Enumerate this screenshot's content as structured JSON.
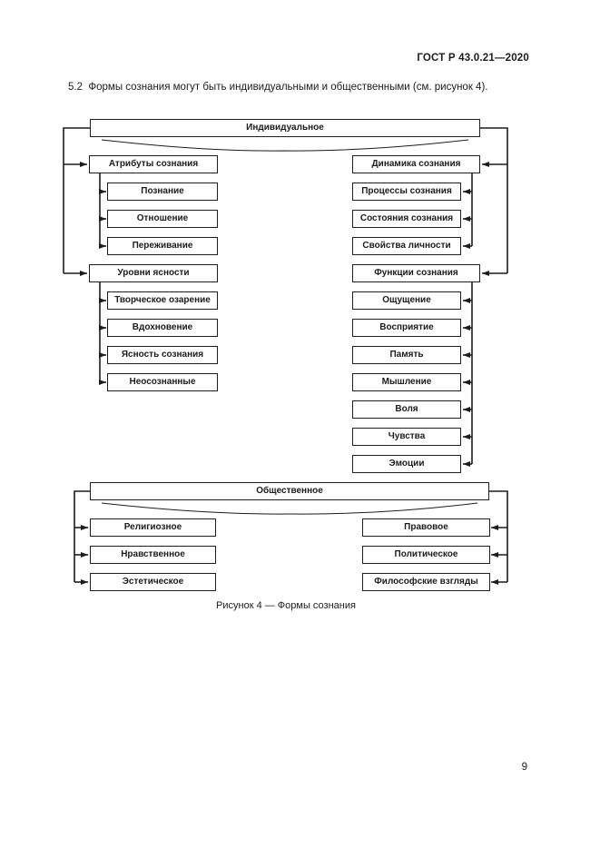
{
  "page": {
    "header": "ГОСТ Р 43.0.21—2020",
    "paragraph": "5.2  Формы сознания могут быть индивидуальными и общественными (см. рисунок 4).",
    "caption": "Рисунок 4 — Формы сознания",
    "page_number": "9"
  },
  "diagram": {
    "individual": {
      "title": "Индивидуальное",
      "attributes": {
        "parent": "Атрибуты сознания",
        "children": [
          "Познание",
          "Отношение",
          "Переживание"
        ]
      },
      "levels": {
        "parent": "Уровни ясности",
        "children": [
          "Творческое озарение",
          "Вдохновение",
          "Ясность сознания",
          "Неосознанные"
        ]
      },
      "dynamics": {
        "parent": "Динамика сознания",
        "children": [
          "Процессы сознания",
          "Состояния сознания",
          "Свойства личности"
        ]
      },
      "functions": {
        "parent": "Функции сознания",
        "children": [
          "Ощущение",
          "Восприятие",
          "Память",
          "Мышление",
          "Воля",
          "Чувства",
          "Эмоции"
        ]
      }
    },
    "social": {
      "title": "Общественное",
      "left": [
        "Религиозное",
        "Нравственное",
        "Эстетическое"
      ],
      "right": [
        "Правовое",
        "Политическое",
        "Философские взгляды"
      ]
    }
  },
  "colors": {
    "ink": "#1c1c1c",
    "paper": "#ffffff"
  }
}
